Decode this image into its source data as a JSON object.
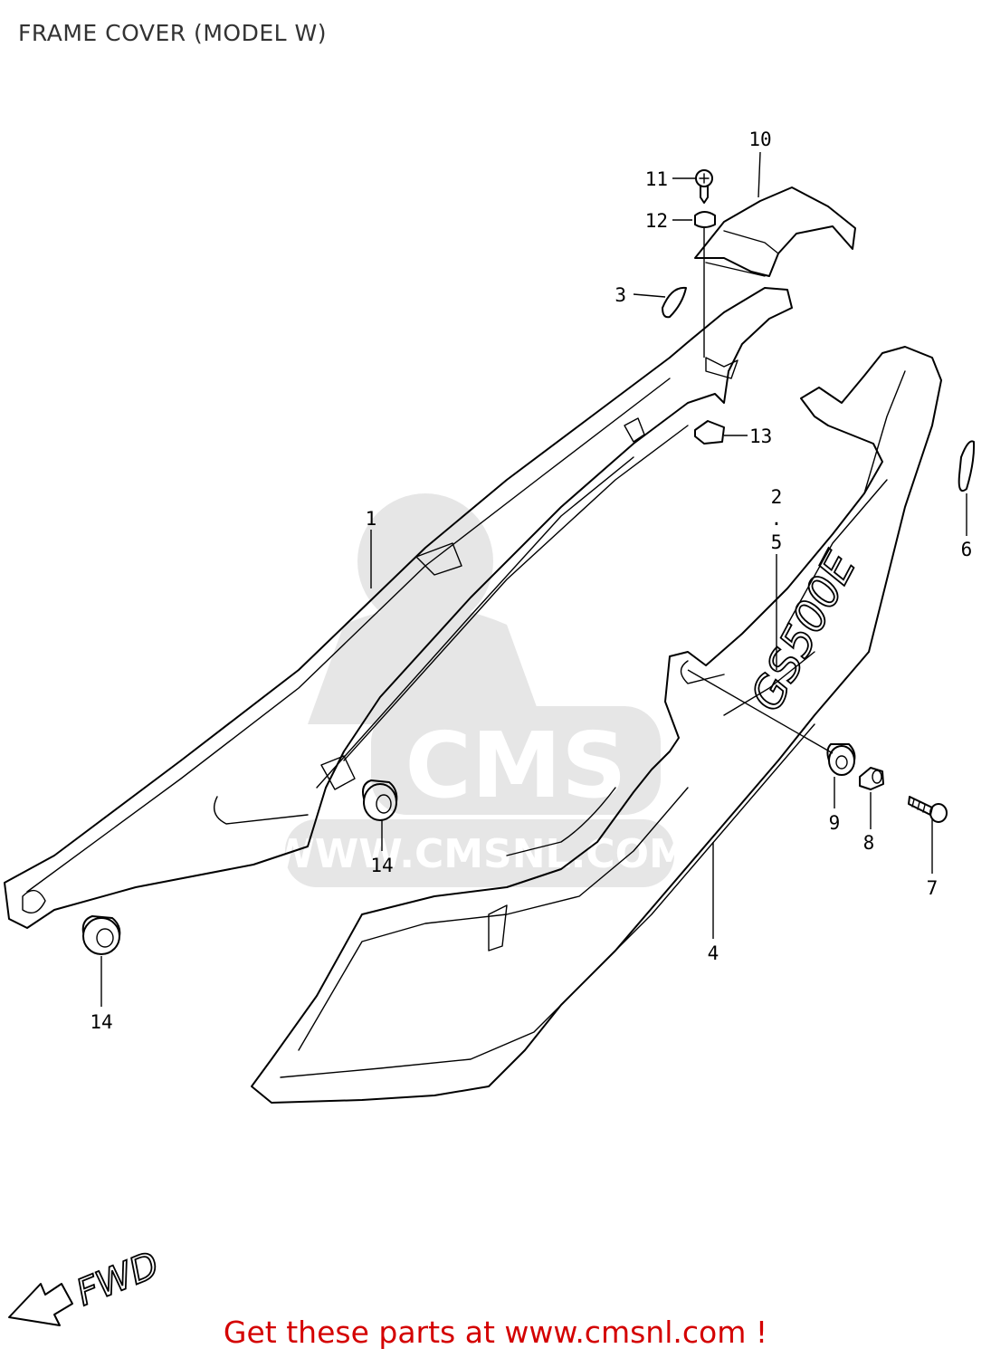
{
  "page": {
    "title": "FRAME COVER (MODEL W)",
    "promo_text": "Get these parts at www.cmsnl.com !"
  },
  "watermark": {
    "logo_text": "CMS",
    "url_text": "WWW.CMSNL.COM"
  },
  "decal": {
    "model_text": "GS500E",
    "fwd_text": "FWD"
  },
  "callouts": [
    {
      "id": "c10",
      "text": "10"
    },
    {
      "id": "c11",
      "text": "11"
    },
    {
      "id": "c12",
      "text": "12"
    },
    {
      "id": "c3",
      "text": "3"
    },
    {
      "id": "c13",
      "text": "13"
    },
    {
      "id": "c1",
      "text": "1"
    },
    {
      "id": "c2",
      "text": "2"
    },
    {
      "id": "c5",
      "text": "5"
    },
    {
      "id": "c6",
      "text": "6"
    },
    {
      "id": "c9",
      "text": "9"
    },
    {
      "id": "c8",
      "text": "8"
    },
    {
      "id": "c7",
      "text": "7"
    },
    {
      "id": "c14a",
      "text": "14"
    },
    {
      "id": "c14b",
      "text": "14"
    },
    {
      "id": "c4",
      "text": "4"
    }
  ],
  "colors": {
    "promo": "#d40000",
    "line": "#000000",
    "watermark": "#e6e6e6"
  }
}
